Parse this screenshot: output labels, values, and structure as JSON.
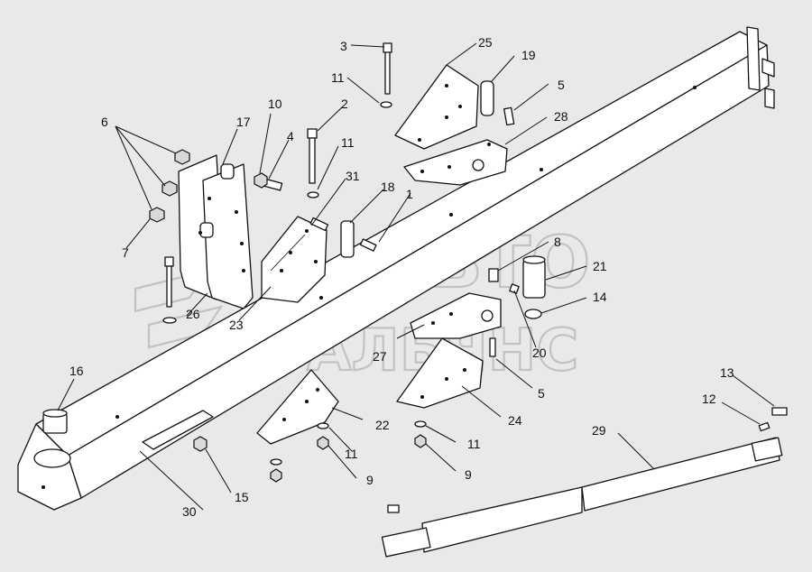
{
  "diagram": {
    "callouts": {
      "c1": "1",
      "c2": "2",
      "c3": "3",
      "c4": "4",
      "c5a": "5",
      "c5b": "5",
      "c6": "6",
      "c7": "7",
      "c8": "8",
      "c9a": "9",
      "c9b": "9",
      "c10": "10",
      "c11a": "11",
      "c11b": "11",
      "c11c": "11",
      "c11d": "11",
      "c12": "12",
      "c13": "13",
      "c14": "14",
      "c15": "15",
      "c16": "16",
      "c17": "17",
      "c18": "18",
      "c19": "19",
      "c20": "20",
      "c21": "21",
      "c22": "22",
      "c23": "23",
      "c24": "24",
      "c25": "25",
      "c26": "26",
      "c27": "27",
      "c28": "28",
      "c29": "29",
      "c30": "30",
      "c31": "31"
    },
    "watermark": {
      "line1": "АВТО",
      "line2": "АЛЬЯНС"
    }
  }
}
